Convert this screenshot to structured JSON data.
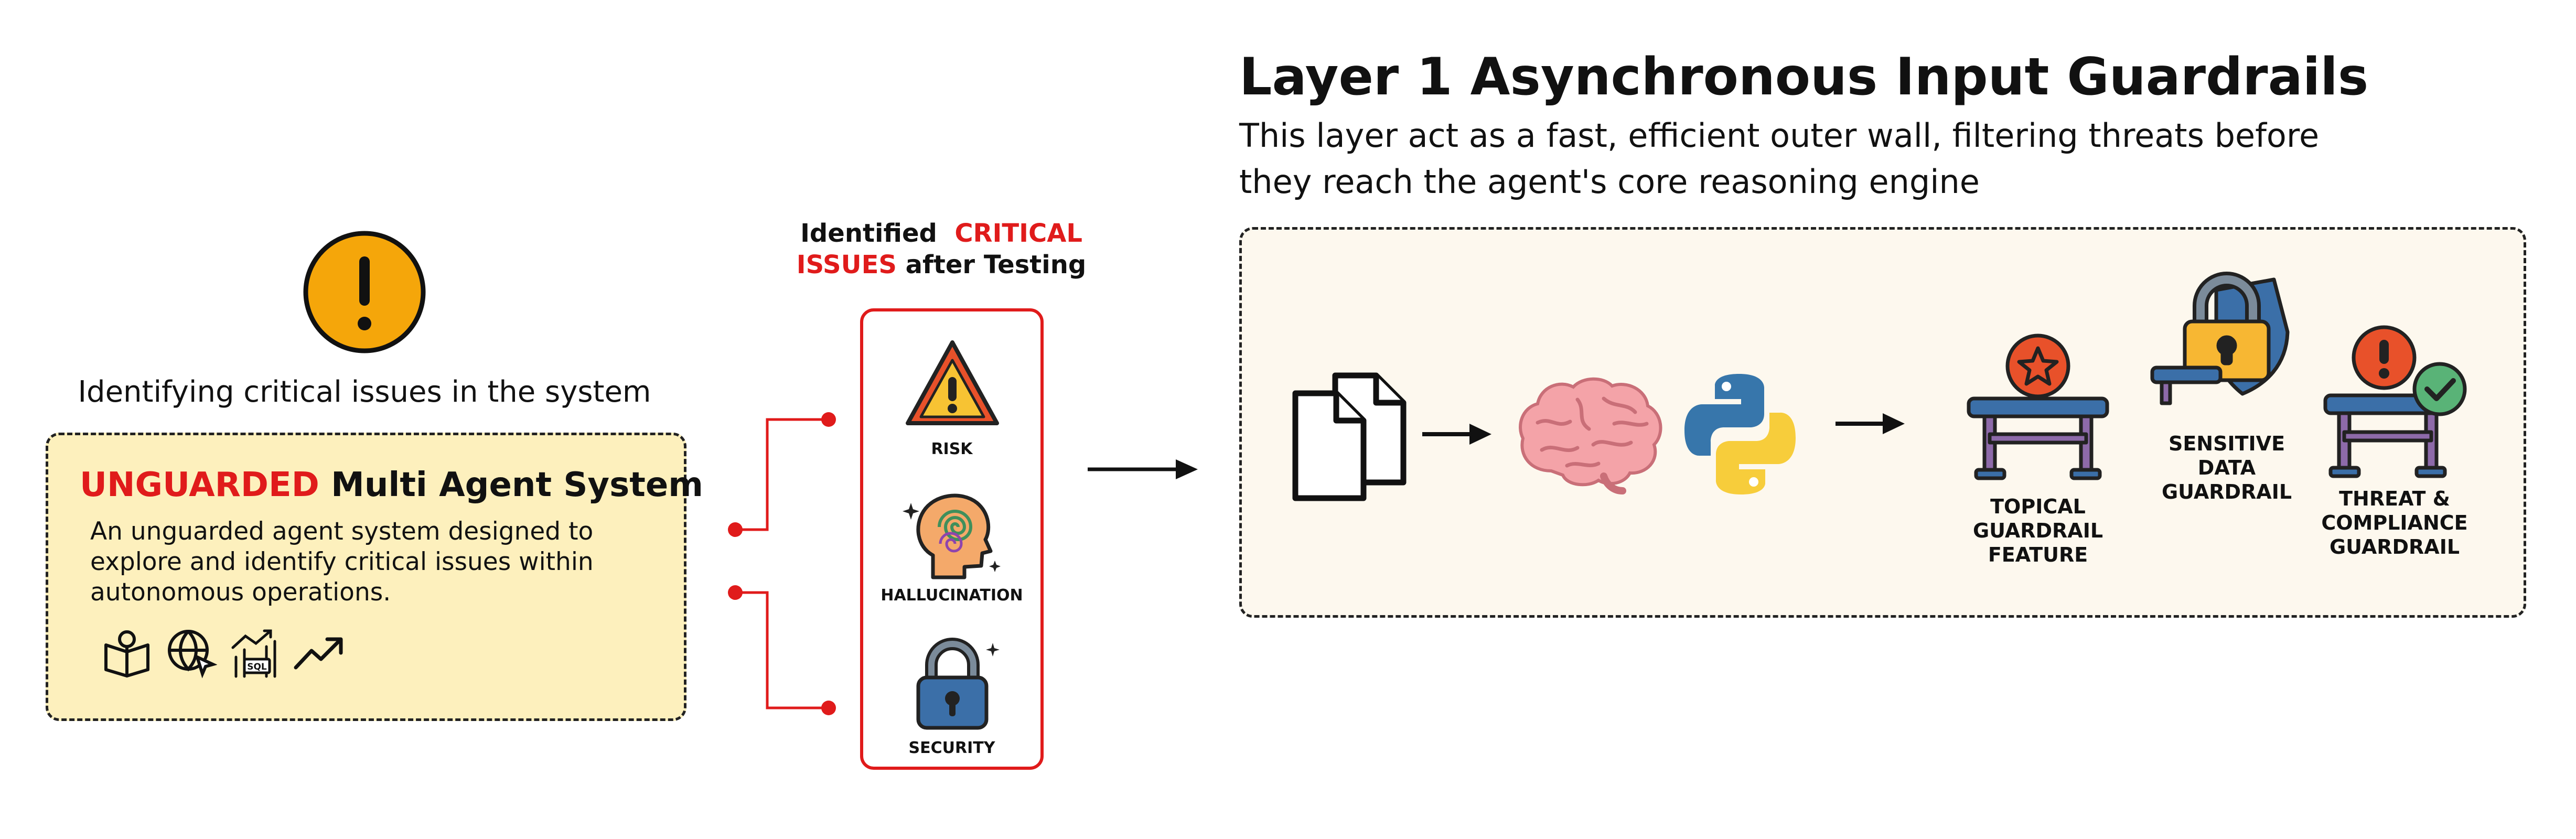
{
  "left": {
    "caption": "Identifying critical issues in the system",
    "agent_box": {
      "title_red": "UNGUARDED",
      "title_rest": "Multi Agent System",
      "description": "An unguarded agent system designed to explore and identify critical issues within autonomous operations."
    },
    "icons": [
      "book-icon",
      "globe-cursor-icon",
      "sql-chart-icon",
      "trend-up-icon"
    ]
  },
  "middle": {
    "heading_part1": "Identified",
    "heading_red": "CRITICAL ISSUES",
    "heading_part2": "after Testing",
    "issues": [
      {
        "label": "RISK",
        "icon": "warning-icon"
      },
      {
        "label": "HALLUCINATION",
        "icon": "head-spiral-icon"
      },
      {
        "label": "SECURITY",
        "icon": "padlock-icon"
      }
    ]
  },
  "right": {
    "title": "Layer 1 Asynchronous Input Guardrails",
    "description": "This layer act as a fast, efficient outer wall, filtering threats before they reach the agent's core reasoning engine",
    "flow_icons": [
      "documents-icon",
      "brain-icon",
      "python-icon"
    ],
    "guardrails": [
      {
        "label": "TOPICAL GUARDRAIL FEATURE",
        "icon": "star-bench-icon"
      },
      {
        "label": "SENSITIVE DATA GUARDRAIL",
        "icon": "lock-shield-icon"
      },
      {
        "label": "THREAT & COMPLIANCE GUARDRAIL",
        "icon": "alert-check-bench-icon"
      }
    ]
  },
  "colors": {
    "accent_red": "#e01b1b",
    "agent_box_bg": "#fdf0bd",
    "flow_box_bg": "#fdf8ee",
    "warning_orange": "#f5a60a",
    "bench_blue": "#3b6fa8"
  }
}
